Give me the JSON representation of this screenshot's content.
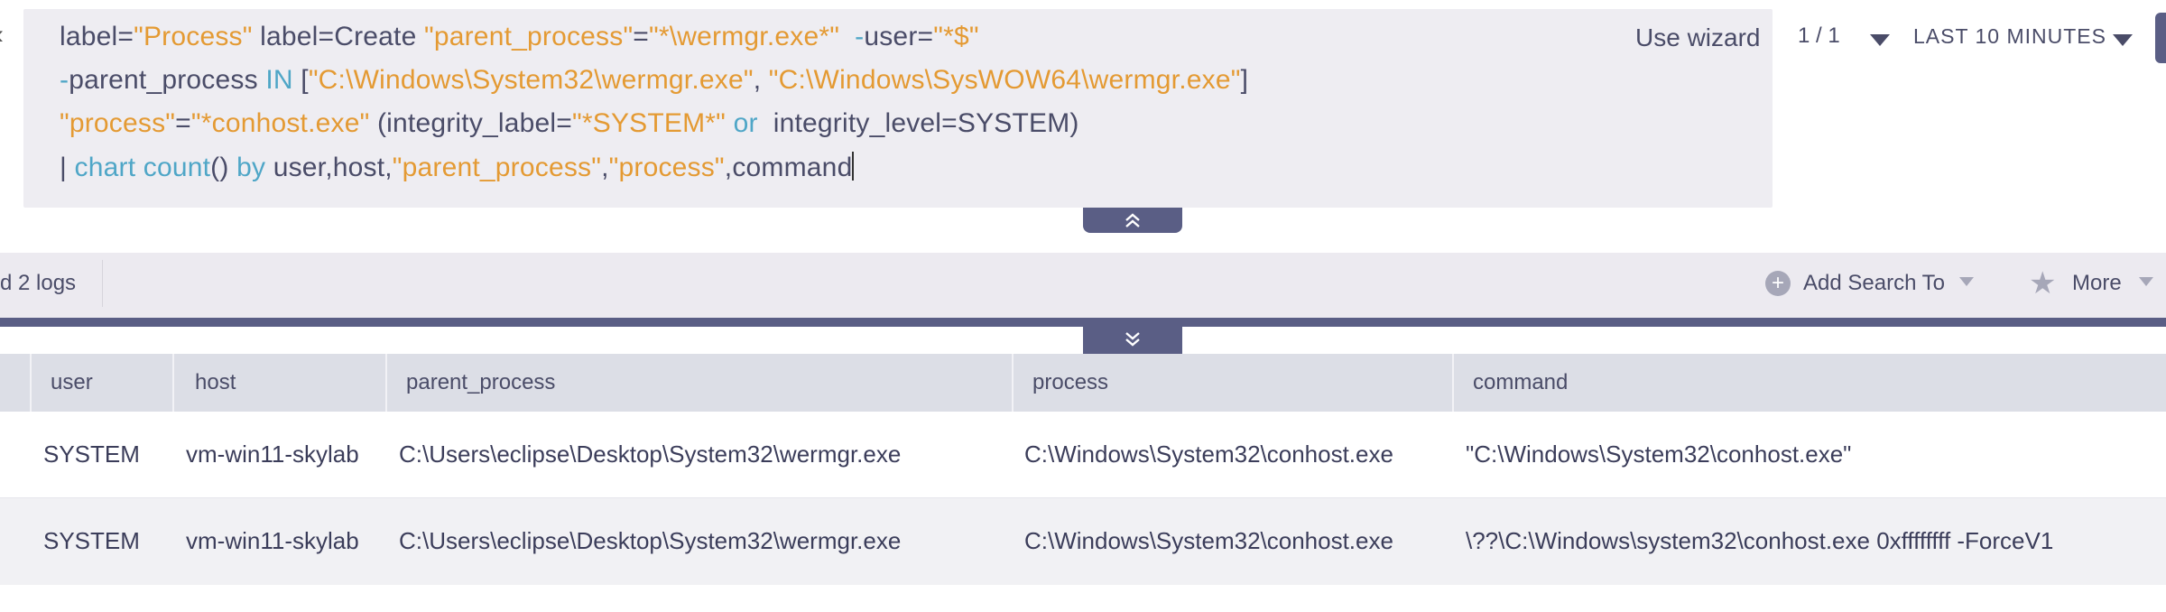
{
  "query": {
    "lines": [
      [
        {
          "t": "label=",
          "c": "plain"
        },
        {
          "t": "\"Process\"",
          "c": "str"
        },
        {
          "t": " label=Create ",
          "c": "plain"
        },
        {
          "t": "\"parent_process\"",
          "c": "str"
        },
        {
          "t": "=",
          "c": "plain"
        },
        {
          "t": "\"*\\wermgr.exe*\"",
          "c": "str"
        },
        {
          "t": "  -",
          "c": "kw"
        },
        {
          "t": "user=",
          "c": "plain"
        },
        {
          "t": "\"*$\"",
          "c": "str"
        }
      ],
      [
        {
          "t": "-",
          "c": "kw"
        },
        {
          "t": "parent_process ",
          "c": "plain"
        },
        {
          "t": "IN",
          "c": "kw"
        },
        {
          "t": " [",
          "c": "plain"
        },
        {
          "t": "\"C:\\Windows\\System32\\wermgr.exe\"",
          "c": "str"
        },
        {
          "t": ", ",
          "c": "plain"
        },
        {
          "t": "\"C:\\Windows\\SysWOW64\\wermgr.exe\"",
          "c": "str"
        },
        {
          "t": "]",
          "c": "plain"
        }
      ],
      [
        {
          "t": "\"process\"",
          "c": "str"
        },
        {
          "t": "=",
          "c": "plain"
        },
        {
          "t": "\"*conhost.exe\"",
          "c": "str"
        },
        {
          "t": " (integrity_label=",
          "c": "plain"
        },
        {
          "t": "\"*SYSTEM*\"",
          "c": "str"
        },
        {
          "t": " ",
          "c": "plain"
        },
        {
          "t": "or",
          "c": "kw"
        },
        {
          "t": "  integrity_level=SYSTEM)",
          "c": "plain"
        }
      ],
      [
        {
          "t": "| ",
          "c": "plain"
        },
        {
          "t": "chart count",
          "c": "kw"
        },
        {
          "t": "() ",
          "c": "plain"
        },
        {
          "t": "by",
          "c": "kw"
        },
        {
          "t": " user,host,",
          "c": "plain"
        },
        {
          "t": "\"parent_process\"",
          "c": "str"
        },
        {
          "t": ",",
          "c": "plain"
        },
        {
          "t": "\"process\"",
          "c": "str"
        },
        {
          "t": ",command",
          "c": "plain"
        }
      ]
    ]
  },
  "header": {
    "use_wizard": "Use wizard",
    "page_count": "1 / 1",
    "time_range": "LAST 10 MINUTES"
  },
  "toolbar": {
    "logs_count": "d 2 logs",
    "add_search_to": "Add Search To",
    "more": "More"
  },
  "table": {
    "columns": [
      "user",
      "host",
      "parent_process",
      "process",
      "command"
    ],
    "rows": [
      [
        "SYSTEM",
        "vm-win11-skylab",
        "C:\\Users\\eclipse\\Desktop\\System32\\wermgr.exe",
        "C:\\Windows\\System32\\conhost.exe",
        "\"C:\\Windows\\System32\\conhost.exe\""
      ],
      [
        "SYSTEM",
        "vm-win11-skylab",
        "C:\\Users\\eclipse\\Desktop\\System32\\wermgr.exe",
        "C:\\Windows\\System32\\conhost.exe",
        "\\??\\C:\\Windows\\system32\\conhost.exe 0xffffffff -ForceV1"
      ]
    ]
  },
  "colors": {
    "accent": "#5a5e85",
    "string": "#e49a33",
    "keyword": "#4fa6c7",
    "query_bg": "#eeedf2"
  },
  "icons": {
    "collapse": "chevron-double-up-icon",
    "expand": "chevron-double-down-icon",
    "add": "plus-circle-icon",
    "more": "star-icon"
  }
}
